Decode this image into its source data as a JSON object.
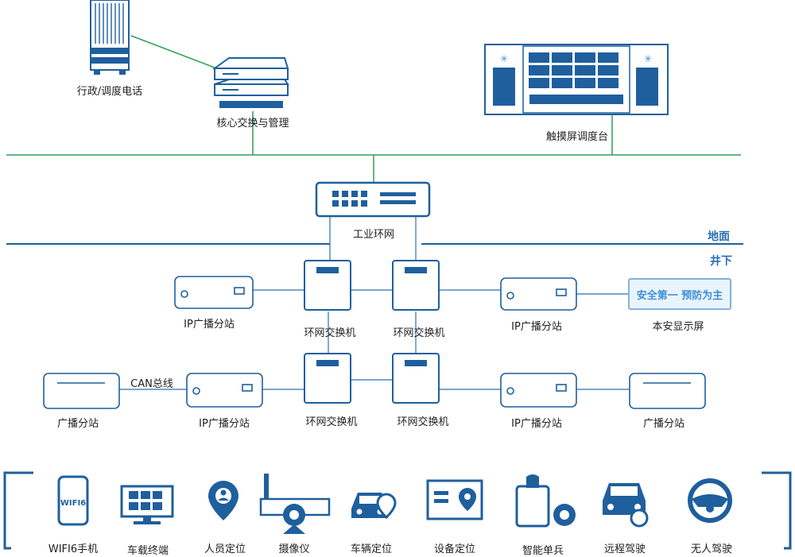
{
  "zones": {
    "ground": "地面",
    "underground": "井下"
  },
  "nodes": {
    "admin_phone": "行政/调度电话",
    "core_switch": "核心交换与管理",
    "touch_console": "触摸屏调度台",
    "industrial_ring": "工业环网",
    "ip_bc_left_top": "IP广播分站",
    "ring_sw_1": "环网交换机",
    "ring_sw_2": "环网交换机",
    "ip_bc_right_top": "IP广播分站",
    "safety_display": "本安显示屏",
    "bc_left": "广播分站",
    "can_bus": "CAN总线",
    "ip_bc_left_bot": "IP广播分站",
    "ring_sw_3": "环网交换机",
    "ring_sw_4": "环网交换机",
    "ip_bc_right_bot": "IP广播分站",
    "bc_right": "广播分站"
  },
  "safety_sign_text": "安全第一 预防为主",
  "terminals": [
    {
      "label": "WIFI6手机",
      "icon": "wifi6-phone-icon",
      "badge": "WIFI6"
    },
    {
      "label": "车载终端",
      "icon": "vehicle-terminal-icon"
    },
    {
      "label": "人员定位",
      "icon": "person-location-icon"
    },
    {
      "label": "摄像仪",
      "icon": "camera-icon"
    },
    {
      "label": "车辆定位",
      "icon": "vehicle-location-icon"
    },
    {
      "label": "设备定位",
      "icon": "device-location-icon"
    },
    {
      "label": "智能单兵",
      "icon": "smart-soldier-icon"
    },
    {
      "label": "远程驾驶",
      "icon": "remote-driving-icon"
    },
    {
      "label": "无人驾驶",
      "icon": "autonomous-driving-icon"
    }
  ],
  "colors": {
    "line_green": "#2e9e5b",
    "line_blue": "#2a6fb0",
    "accent": "#1f5f9e"
  }
}
